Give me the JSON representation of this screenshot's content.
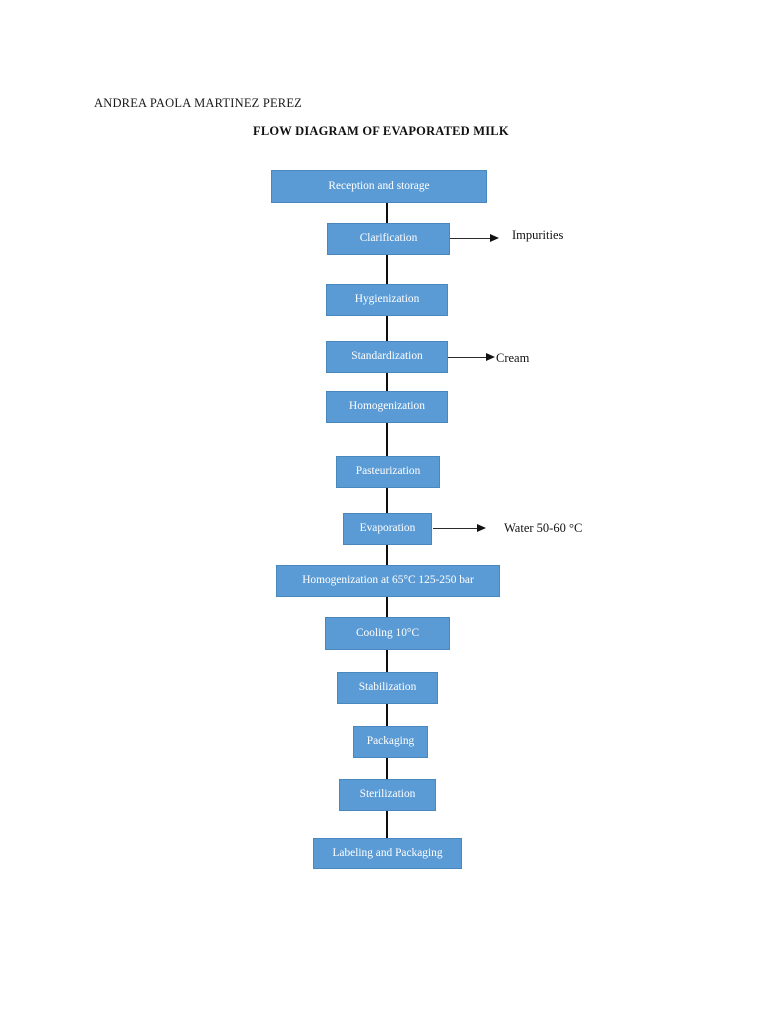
{
  "document": {
    "author": "ANDREA PAOLA MARTINEZ PEREZ",
    "title": "FLOW DIAGRAM OF EVAPORATED MILK"
  },
  "theme": {
    "node_fill": "#5B9BD5",
    "node_border": "#4A87BD",
    "node_text": "#FFFFFF",
    "connector": "#0D0D0D",
    "page_background": "#FFFFFF"
  },
  "chart_data": {
    "type": "diagram",
    "title": "FLOW DIAGRAM OF EVAPORATED MILK",
    "orientation": "top-to-bottom",
    "nodes": [
      {
        "id": "n1",
        "label": "Reception and storage"
      },
      {
        "id": "n2",
        "label": "Clarification"
      },
      {
        "id": "n3",
        "label": "Hygienization"
      },
      {
        "id": "n4",
        "label": "Standardization"
      },
      {
        "id": "n5",
        "label": "Homogenization"
      },
      {
        "id": "n6",
        "label": "Pasteurization"
      },
      {
        "id": "n7",
        "label": "Evaporation"
      },
      {
        "id": "n8",
        "label": "Homogenization at 65°C 125-250 bar"
      },
      {
        "id": "n9",
        "label": "Cooling 10°C"
      },
      {
        "id": "n10",
        "label": "Stabilization"
      },
      {
        "id": "n11",
        "label": "Packaging"
      },
      {
        "id": "n12",
        "label": "Sterilization"
      },
      {
        "id": "n13",
        "label": "Labeling and Packaging"
      }
    ],
    "side_outputs": [
      {
        "from": "n2",
        "label": "Impurities"
      },
      {
        "from": "n4",
        "label": "Cream"
      },
      {
        "from": "n7",
        "label": "Water 50-60 °C"
      }
    ],
    "edges": [
      {
        "from": "n1",
        "to": "n2"
      },
      {
        "from": "n2",
        "to": "n3"
      },
      {
        "from": "n3",
        "to": "n4"
      },
      {
        "from": "n4",
        "to": "n5"
      },
      {
        "from": "n5",
        "to": "n6"
      },
      {
        "from": "n6",
        "to": "n7"
      },
      {
        "from": "n7",
        "to": "n8"
      },
      {
        "from": "n8",
        "to": "n9"
      },
      {
        "from": "n9",
        "to": "n10"
      },
      {
        "from": "n10",
        "to": "n11"
      },
      {
        "from": "n11",
        "to": "n12"
      },
      {
        "from": "n12",
        "to": "n13"
      }
    ]
  }
}
